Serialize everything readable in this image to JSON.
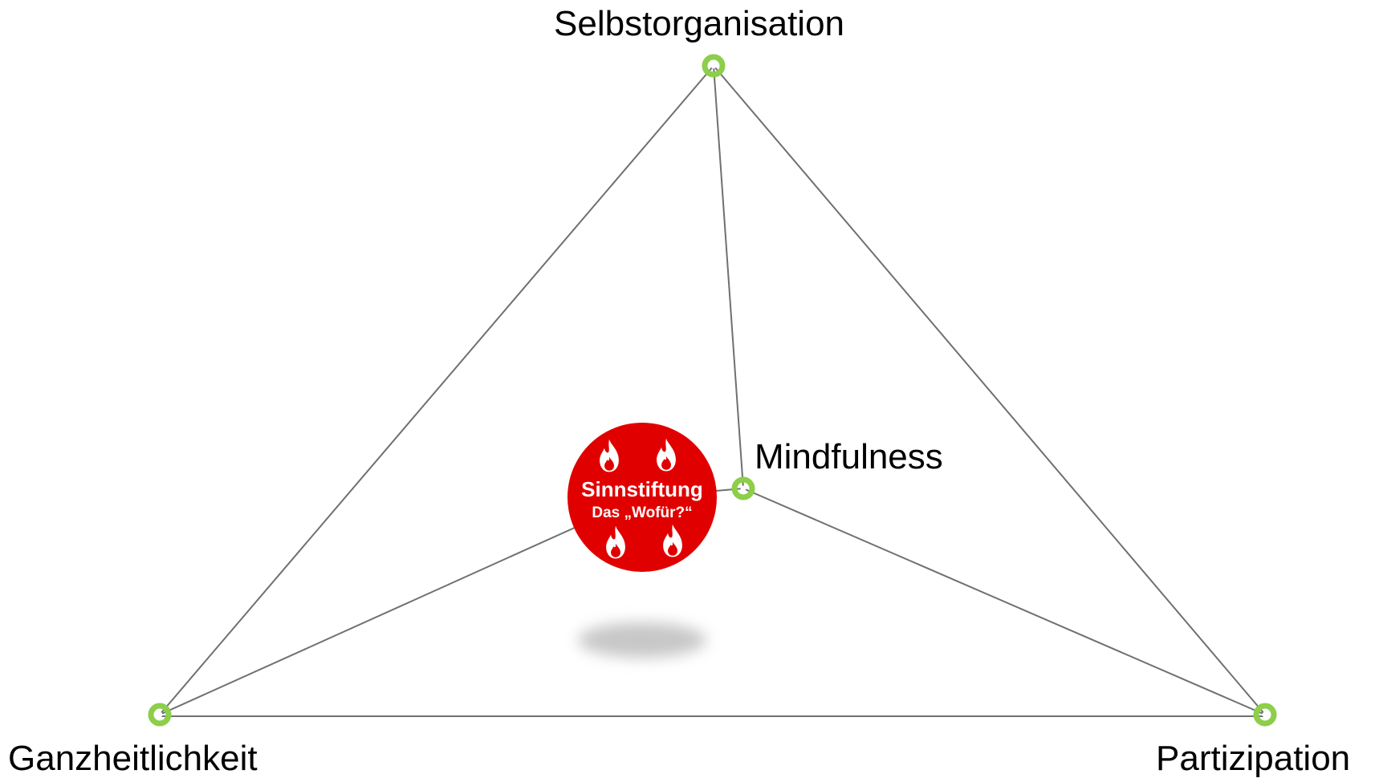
{
  "nodes": {
    "top": {
      "label": "Selbstorganisation"
    },
    "middle": {
      "label": "Mindfulness"
    },
    "left": {
      "label": "Ganzheitlichkeit"
    },
    "right": {
      "label": "Partizipation"
    }
  },
  "center": {
    "title": "Sinnstiftung",
    "subtitle": "Das „Wofür?“",
    "icon": "flame-icon"
  },
  "colors": {
    "node": "#8dce4a",
    "center": "#e00000",
    "edges": "#707070"
  }
}
